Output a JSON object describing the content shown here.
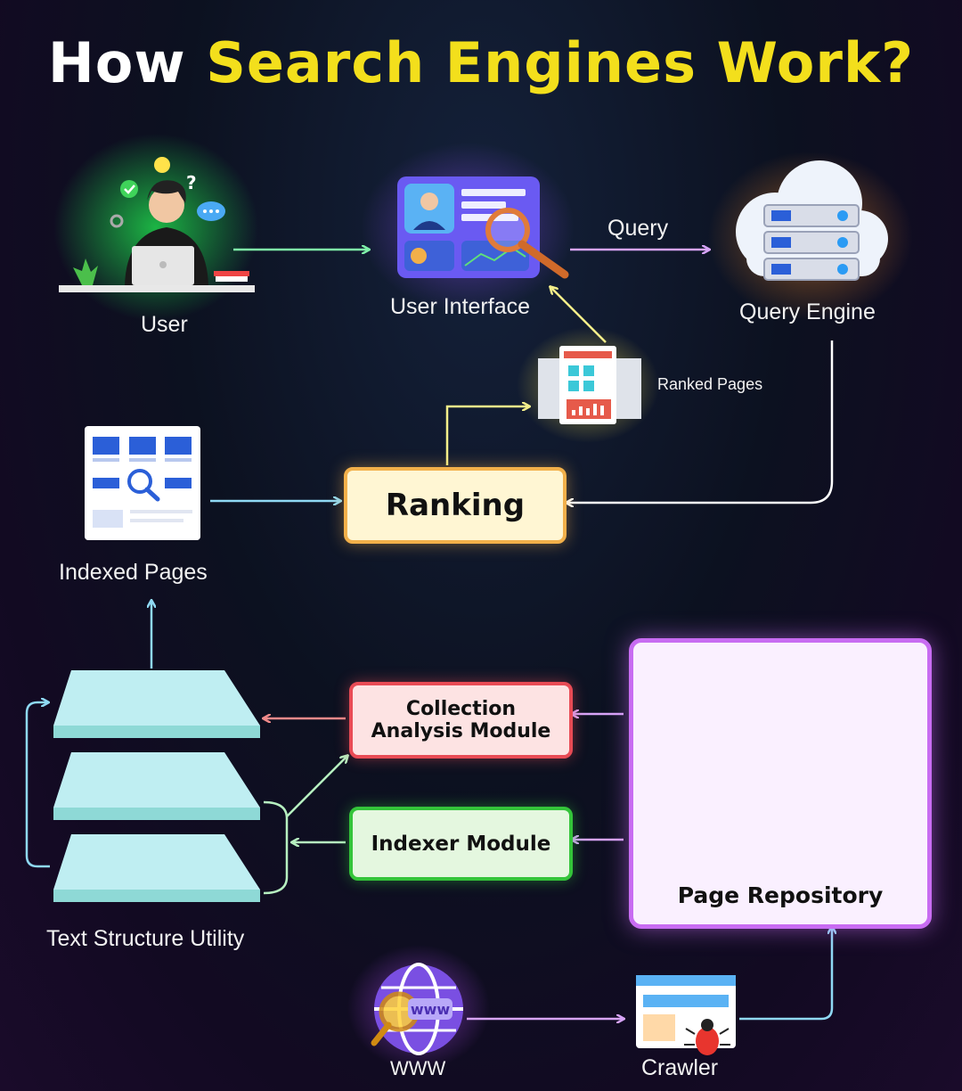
{
  "title": {
    "prefix": "How",
    "highlight": "Search Engines Work?"
  },
  "nodes": {
    "user": "User",
    "user_interface": "User Interface",
    "query_engine": "Query Engine",
    "ranked_pages": "Ranked Pages",
    "indexed_pages": "Indexed Pages",
    "ranking": "Ranking",
    "collection_line1": "Collection",
    "collection_line2": "Analysis Module",
    "indexer": "Indexer Module",
    "page_repository": "Page Repository",
    "text_structure": "Text Structure Utility",
    "www": "WWW",
    "crawler": "Crawler"
  },
  "edge_labels": {
    "query": "Query"
  },
  "icons": {
    "browser_text": "www"
  },
  "colors": {
    "title_highlight": "#f3df1c",
    "ranking_border": "#f2b04a",
    "collection_border": "#e84b55",
    "indexer_border": "#34c43a",
    "repo_border": "#c86cf2"
  }
}
